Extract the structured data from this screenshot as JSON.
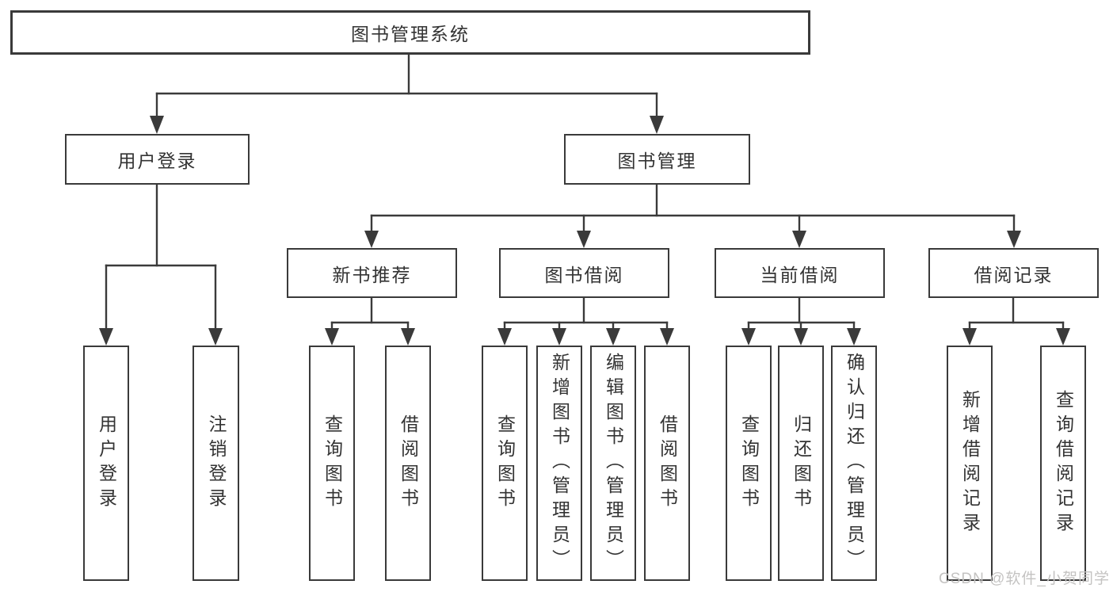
{
  "diagram": {
    "root": {
      "label": "图书管理系统"
    },
    "login": {
      "label": "用户登录",
      "children": [
        {
          "label": "用户登录"
        },
        {
          "label": "注销登录"
        }
      ]
    },
    "management": {
      "label": "图书管理",
      "sections": [
        {
          "label": "新书推荐",
          "children": [
            {
              "label": "查询图书"
            },
            {
              "label": "借阅图书"
            }
          ]
        },
        {
          "label": "图书借阅",
          "children": [
            {
              "label": "查询图书"
            },
            {
              "label": "新增图书（管理员）"
            },
            {
              "label": "编辑图书（管理员）"
            },
            {
              "label": "借阅图书"
            }
          ]
        },
        {
          "label": "当前借阅",
          "children": [
            {
              "label": "查询图书"
            },
            {
              "label": "归还图书"
            },
            {
              "label": "确认归还（管理员）"
            }
          ]
        },
        {
          "label": "借阅记录",
          "children": [
            {
              "label": "新增借阅记录"
            },
            {
              "label": "查询借阅记录"
            }
          ]
        }
      ]
    }
  },
  "watermark": {
    "text": "CSDN @软件_小贺同学",
    "color": "#c4c3c2"
  },
  "colors": {
    "line": "#3a3a3a",
    "border": "#3a3a3a",
    "text": "#333333",
    "background": "#ffffff"
  }
}
